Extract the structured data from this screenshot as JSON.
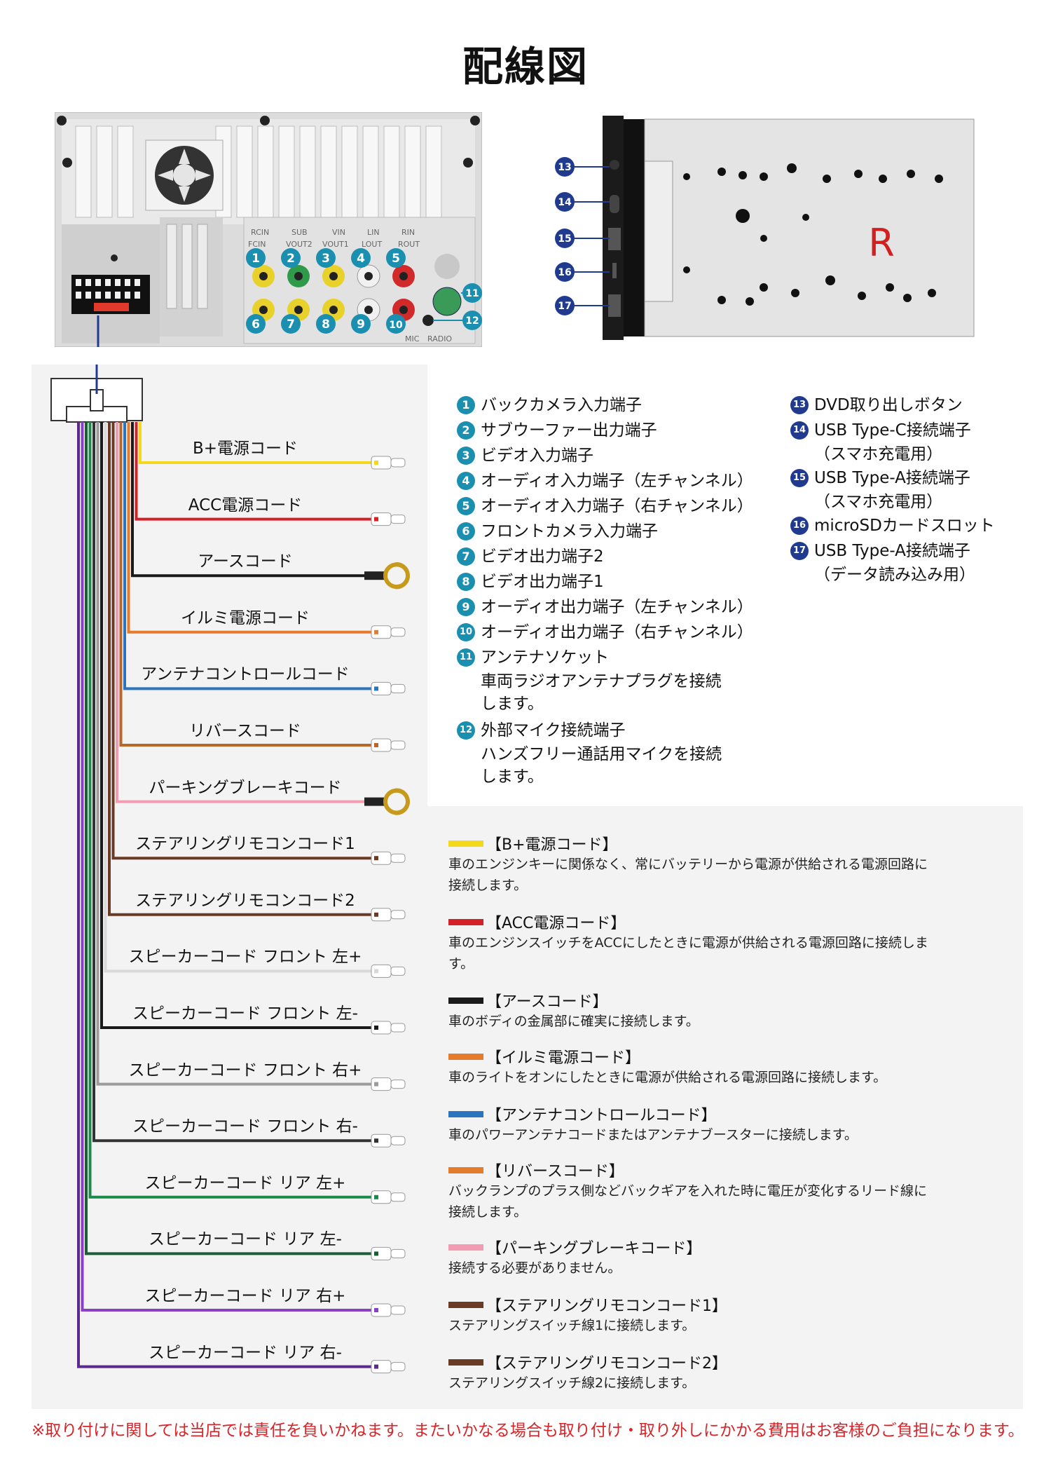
{
  "title": "配線図",
  "rear_labels": {
    "top_row": [
      "RCIN",
      "SUB",
      "VIN",
      "LIN",
      "RIN"
    ],
    "second_row": [
      "FCIN",
      "VOUT2",
      "VOUT1",
      "LOUT",
      "ROUT"
    ],
    "mic": "MIC",
    "radio": "RADIO"
  },
  "side_label": "R",
  "ports": [
    {
      "num": "1",
      "label": "バックカメラ入力端子"
    },
    {
      "num": "2",
      "label": "サブウーファー出力端子"
    },
    {
      "num": "3",
      "label": "ビデオ入力端子"
    },
    {
      "num": "4",
      "label": "オーディオ入力端子（左チャンネル）"
    },
    {
      "num": "5",
      "label": "オーディオ入力端子（右チャンネル）"
    },
    {
      "num": "6",
      "label": "フロントカメラ入力端子"
    },
    {
      "num": "7",
      "label": "ビデオ出力端子2"
    },
    {
      "num": "8",
      "label": "ビデオ出力端子1"
    },
    {
      "num": "9",
      "label": "オーディオ出力端子（左チャンネル）"
    },
    {
      "num": "10",
      "label": "オーディオ出力端子（右チャンネル）"
    },
    {
      "num": "11",
      "label": "アンテナソケット",
      "sub1": "車両ラジオアンテナプラグを接続",
      "sub2": "します。"
    },
    {
      "num": "12",
      "label": "外部マイク接続端子",
      "sub1": "ハンズフリー通話用マイクを接続",
      "sub2": "します。"
    }
  ],
  "side_ports": [
    {
      "num": "13",
      "label": "DVD取り出しボタン"
    },
    {
      "num": "14",
      "label": "USB Type-C接続端子",
      "sub1": "（スマホ充電用）"
    },
    {
      "num": "15",
      "label": "USB Type-A接続端子",
      "sub1": "（スマホ充電用）"
    },
    {
      "num": "16",
      "label": "microSDカードスロット"
    },
    {
      "num": "17",
      "label": "USB Type-A接続端子",
      "sub1": "（データ読み込み用）"
    }
  ],
  "wires": [
    {
      "label": "B+電源コード",
      "color": "#f4d81c",
      "end": "plug"
    },
    {
      "label": "ACC電源コード",
      "color": "#d42027",
      "end": "plug"
    },
    {
      "label": "アースコード",
      "color": "#1a1a1a",
      "end": "fork"
    },
    {
      "label": "イルミ電源コード",
      "color": "#e57b2c",
      "end": "plug"
    },
    {
      "label": "アンテナコントロールコード",
      "color": "#2b74c0",
      "end": "plug"
    },
    {
      "label": "リバースコード",
      "color": "#b8662a",
      "end": "plug"
    },
    {
      "label": "パーキングブレーキコード",
      "color": "#f29bb1",
      "end": "fork"
    },
    {
      "label": "ステアリングリモコンコード1",
      "color": "#6b3a25",
      "end": "plug"
    },
    {
      "label": "ステアリングリモコンコード2",
      "color": "#6b3a25",
      "end": "plug"
    },
    {
      "label": "スピーカーコード フロント 左+",
      "color": "#d9d9d9",
      "end": "plug"
    },
    {
      "label": "スピーカーコード フロント 左-",
      "color": "#1a1a1a",
      "end": "plug"
    },
    {
      "label": "スピーカーコード フロント 右+",
      "color": "#9c9c9c",
      "end": "plug"
    },
    {
      "label": "スピーカーコード フロント 右-",
      "color": "#333333",
      "end": "plug"
    },
    {
      "label": "スピーカーコード リア 左+",
      "color": "#1e8a4a",
      "end": "plug"
    },
    {
      "label": "スピーカーコード リア 左-",
      "color": "#1a5e34",
      "end": "plug"
    },
    {
      "label": "スピーカーコード リア 右+",
      "color": "#8a3fc4",
      "end": "plug"
    },
    {
      "label": "スピーカーコード リア 右-",
      "color": "#5b2a8a",
      "end": "plug"
    }
  ],
  "legend": [
    {
      "head": "【B+電源コード】",
      "color": "#f4d81c",
      "desc": "車のエンジンキーに関係なく、常にバッテリーから電源が供給される電源回路に",
      "desc2": "接続します。"
    },
    {
      "head": "【ACC電源コード】",
      "color": "#d42027",
      "desc": "車のエンジンスイッチをACCにしたときに電源が供給される電源回路に接続しま",
      "desc2": "す。"
    },
    {
      "head": "【アースコード】",
      "color": "#1a1a1a",
      "desc": "車のボディの金属部に確実に接続します。"
    },
    {
      "head": "【イルミ電源コード】",
      "color": "#e57b2c",
      "desc": "車のライトをオンにしたときに電源が供給される電源回路に接続します。"
    },
    {
      "head": "【アンテナコントロールコード】",
      "color": "#2b74c0",
      "desc": "車のパワーアンテナコードまたはアンテナブースターに接続します。"
    },
    {
      "head": "【リバースコード】",
      "color": "#e57b2c",
      "desc": "バックランプのプラス側などバックギアを入れた時に電圧が変化するリード線に",
      "desc2": "接続します。"
    },
    {
      "head": "【パーキングブレーキコード】",
      "color": "#f29bb1",
      "desc": "接続する必要がありません。"
    },
    {
      "head": "【ステアリングリモコンコード1】",
      "color": "#6b3a25",
      "desc": "ステアリングスイッチ線1に接続します。"
    },
    {
      "head": "【ステアリングリモコンコード2】",
      "color": "#6b3a25",
      "desc": "ステアリングスイッチ線2に接続します。"
    }
  ],
  "notice": "※取り付けに関しては当店では責任を負いかねます。またいかなる場合も取り付け・取り外しにかかる費用はお客様のご負担になります。"
}
